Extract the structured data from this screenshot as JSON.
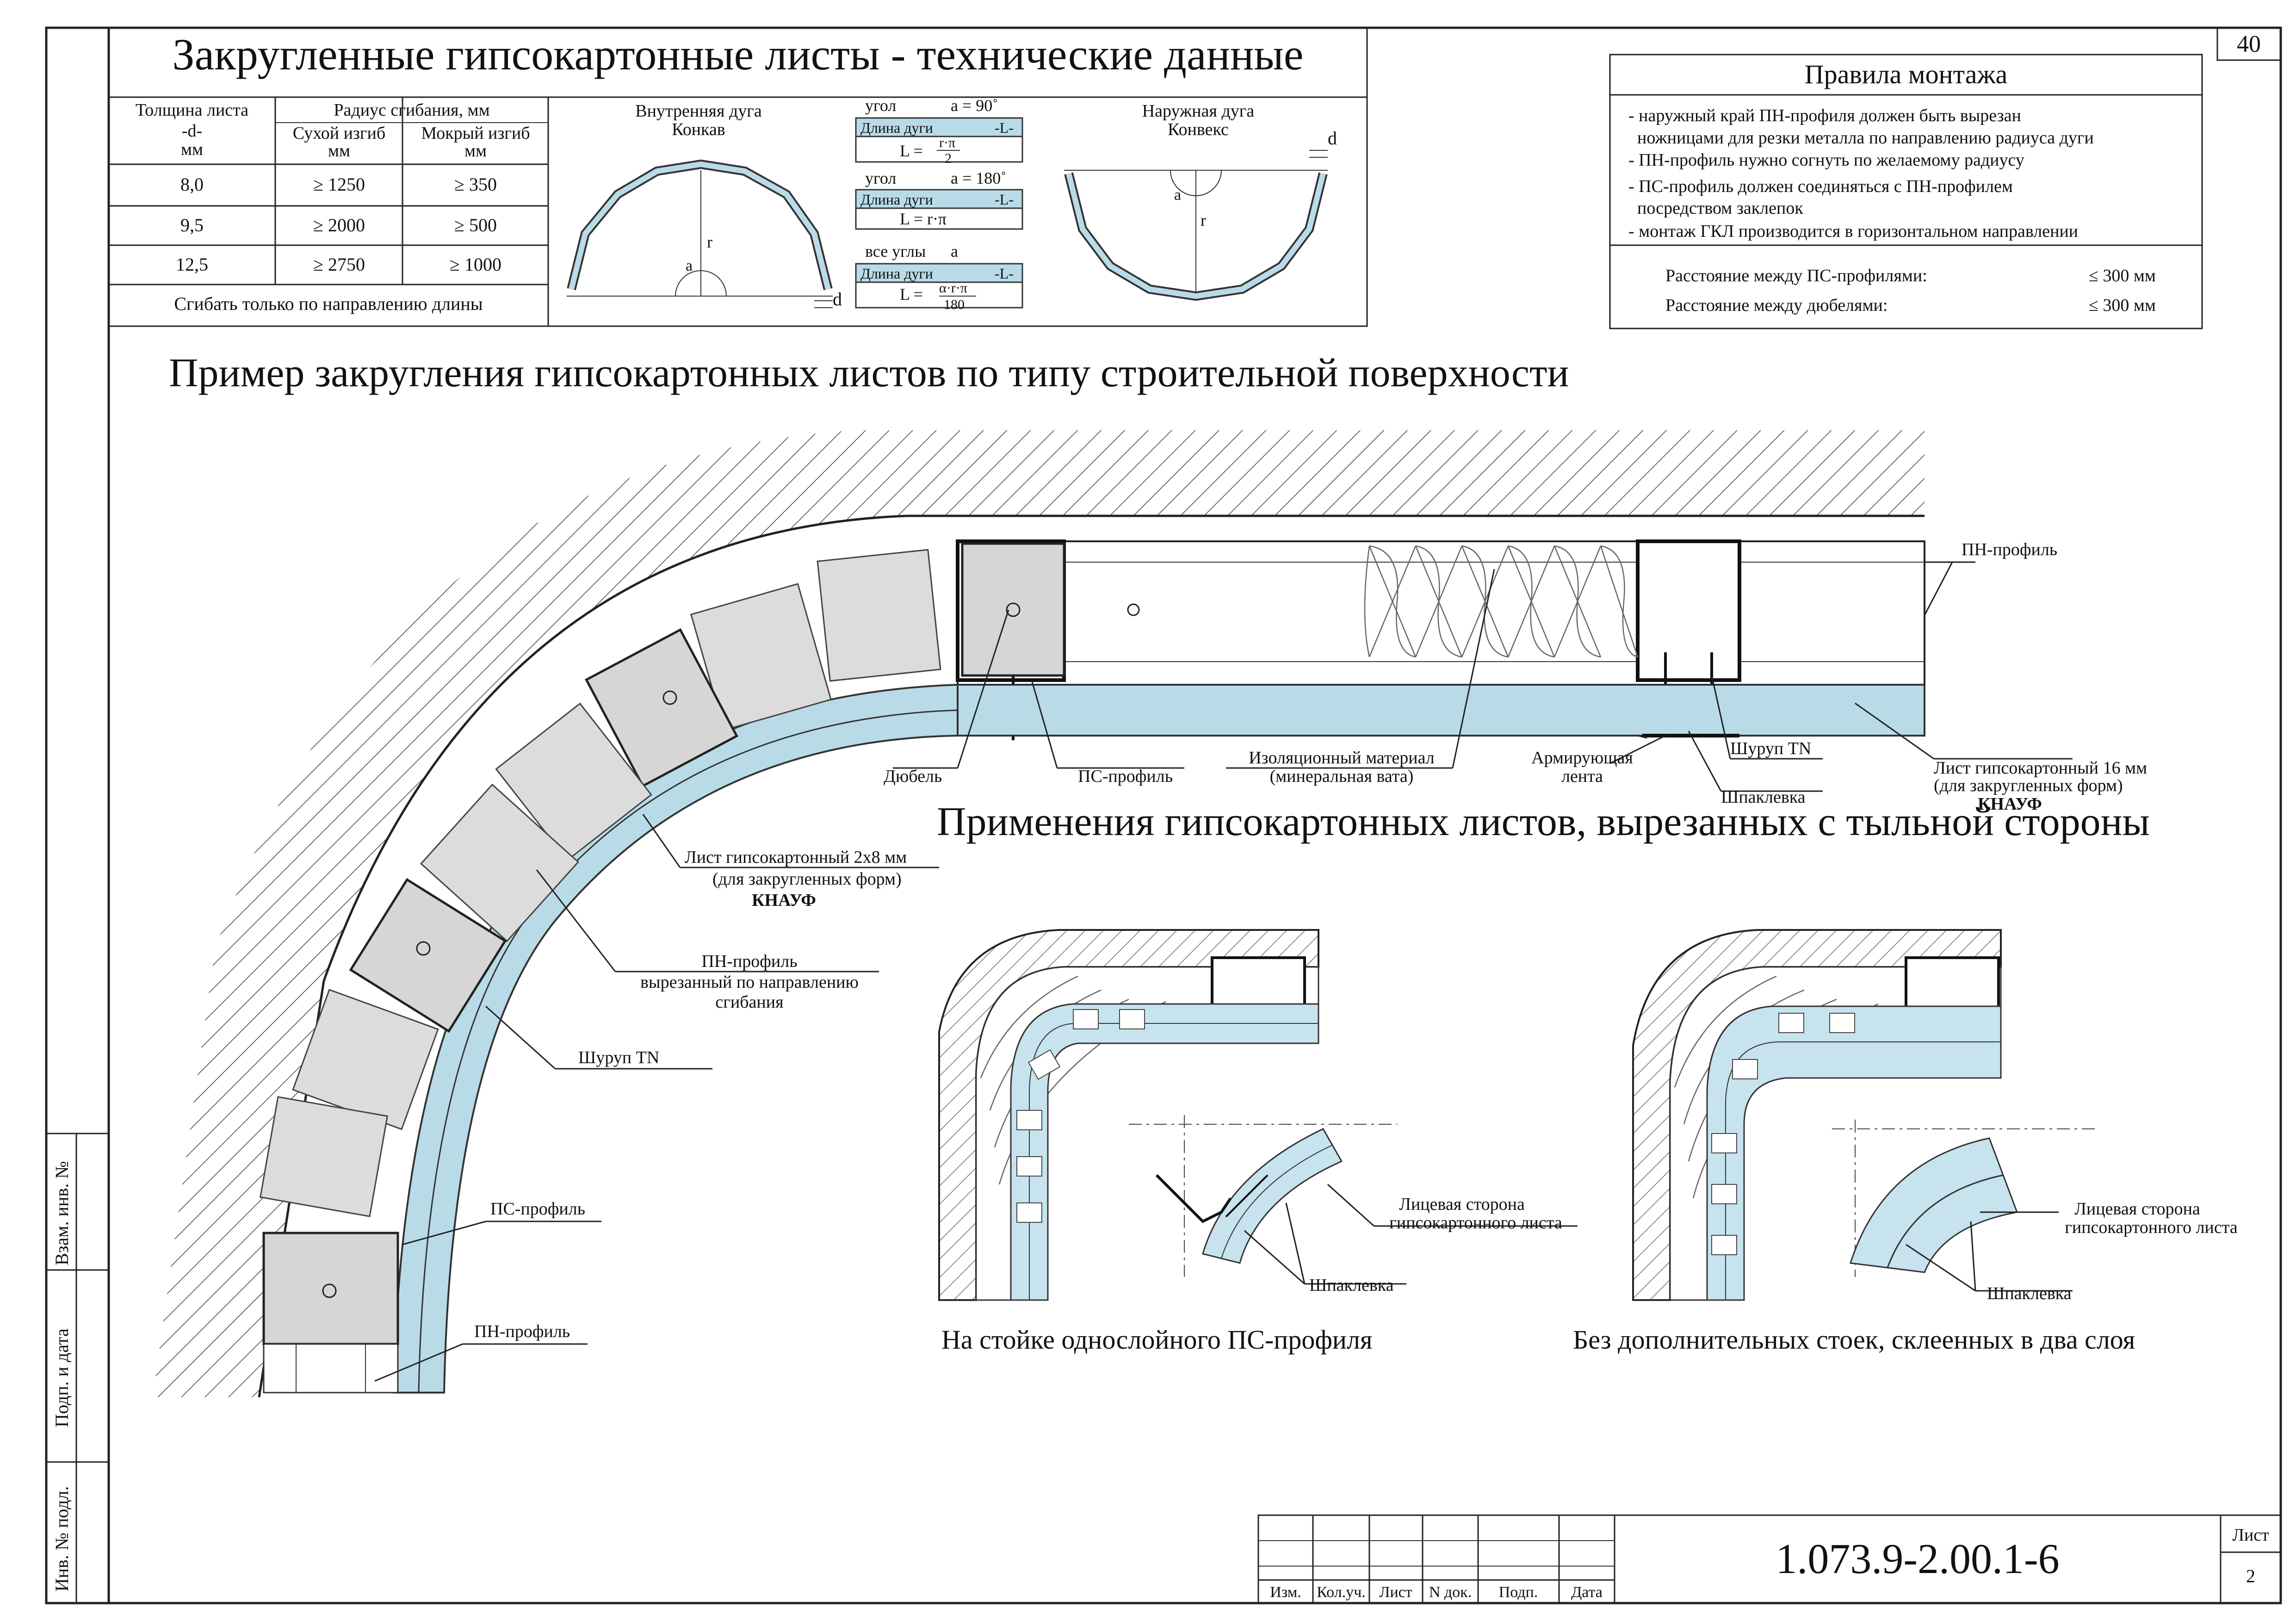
{
  "page_number": "40",
  "header": {
    "title": "Закругленные гипсокартонные листы - технические данные",
    "table": {
      "col1": [
        "Толщина листа",
        "-d-",
        "мм"
      ],
      "col_group": "Радиус сгибания, мм",
      "col2": [
        "Сухой изгиб",
        "мм"
      ],
      "col3": [
        "Мокрый изгиб",
        "мм"
      ],
      "rows": [
        [
          "8,0",
          "≥ 1250",
          "≥ 350"
        ],
        [
          "9,5",
          "≥ 2000",
          "≥ 500"
        ],
        [
          "12,5",
          "≥ 2750",
          "≥ 1000"
        ]
      ],
      "footer": "Сгибать только по направлению длины"
    },
    "inner_arc": {
      "title1": "Внутренняя дуга",
      "title2": "Конкав",
      "r": "r",
      "a": "a",
      "d": "d"
    },
    "formulas": [
      {
        "angle_label": "угол",
        "angle_value": "a = 90˚",
        "len_label": "Длина дуги",
        "len_sym": "-L-",
        "formula_left": "L =",
        "formula_num": "r·π",
        "formula_den": "2"
      },
      {
        "angle_label": "угол",
        "angle_value": "a = 180˚",
        "len_label": "Длина дуги",
        "len_sym": "-L-",
        "formula_left": "L = r·π"
      },
      {
        "angle_label": "все углы",
        "angle_value": "a",
        "len_label": "Длина дуги",
        "len_sym": "-L-",
        "formula_left": "L =",
        "formula_num": "α·r·π",
        "formula_den": "180"
      }
    ],
    "outer_arc": {
      "title1": "Наружная дуга",
      "title2": "Конвекс",
      "r": "r",
      "a": "a",
      "d": "d"
    }
  },
  "rules": {
    "title": "Правила монтажа",
    "items": [
      "- наружный край ПН-профиля должен быть вырезан",
      "  ножницами для резки металла по направлению радиуса дуги",
      "- ПН-профиль нужно согнуть по желаемому радиусу",
      "- ПС-профиль должен соединяться с ПН-профилем",
      "  посредством заклепок",
      "- монтаж ГКЛ производится в горизонтальном направлении"
    ],
    "spacing": [
      {
        "label": "Расстояние между ПС-профилями:",
        "value": "≤ 300 мм"
      },
      {
        "label": "Расстояние между дюбелями:",
        "value": "≤ 300 мм"
      }
    ]
  },
  "main": {
    "title": "Пример закругления гипсокартонных листов по типу строительной поверхности",
    "labels": {
      "pn_top": "ПН-профиль",
      "dubel": "Дюбель",
      "ps_profile": "ПС-профиль",
      "insulation1": "Изоляционный материал",
      "insulation2": "(минеральная вата)",
      "tape1": "Армирующая",
      "tape2": "лента",
      "screw_tn_top": "Шуруп TN",
      "shpaklevka_top": "Шпаклевка",
      "gkl16_1": "Лист гипсокартонный 16 мм",
      "gkl16_2": "(для закругленных форм)",
      "gkl16_3": "КНАУФ",
      "gkl2x8_1": "Лист гипсокартонный 2х8 мм",
      "gkl2x8_2": "(для закругленных форм)",
      "gkl2x8_3": "КНАУФ",
      "pn_cut1": "ПН-профиль",
      "pn_cut2": "вырезанный по направлению",
      "pn_cut3": "сгибания",
      "screw_tn": "Шуруп TN",
      "ps_profile_low": "ПС-профиль",
      "pn_profile_low": "ПН-профиль"
    }
  },
  "section2": {
    "title": "Применения гипсокартонных листов, вырезанных с тыльной стороны",
    "left": {
      "caption": "На стойке однослойного ПС-профиля",
      "face1": "Лицевая сторона",
      "face2": "гипсокартонного листа",
      "putty": "Шпаклевка"
    },
    "right": {
      "caption": "Без дополнительных стоек, склеенных в два слоя",
      "face1": "Лицевая сторона",
      "face2": "гипсокартонного листа",
      "putty": "Шпаклевка"
    }
  },
  "side_stamp": [
    "Взам. инв. №",
    "Подп. и дата",
    "Инв. № подл."
  ],
  "title_block": {
    "columns": [
      "Изм.",
      "Кол.уч.",
      "Лист",
      "N док.",
      "Подп.",
      "Дата"
    ],
    "code": "1.073.9-2.00.1-6",
    "sheet_label": "Лист",
    "sheet_number": "2"
  }
}
